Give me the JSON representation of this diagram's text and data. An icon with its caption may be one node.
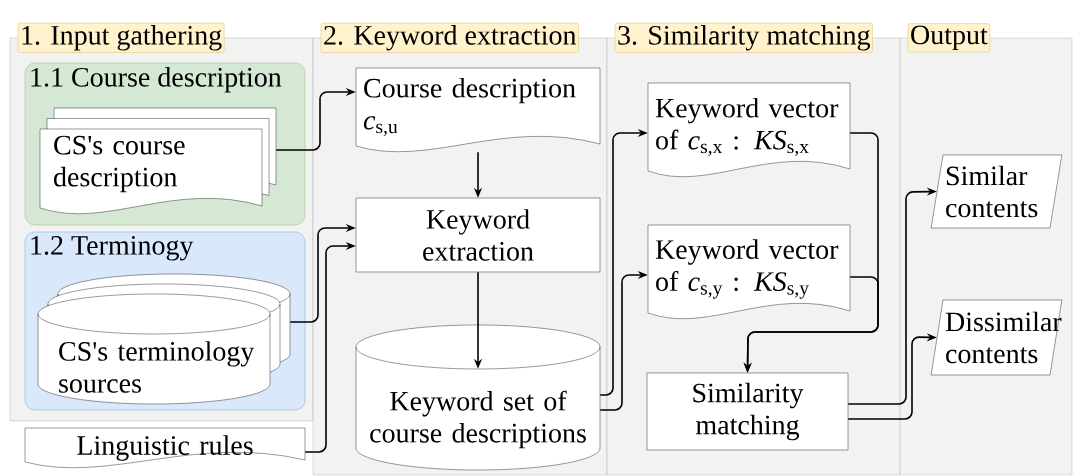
{
  "diagram": {
    "nodes": [
      {
        "text": [
          "1. Input gathering"
        ]
      },
      {
        "text": [
          "1.1 Course description"
        ],
        "in": 0
      },
      {
        "text": [
          "CS's course description"
        ],
        "in": 1
      },
      {
        "text": [
          "1.2 Terminogy"
        ],
        "in": 0
      },
      {
        "text": [
          "CS's terminology sources"
        ],
        "in": 3
      },
      {
        "text": [
          "Linguistic rules"
        ]
      },
      {
        "text": [
          "2. Keyword extraction"
        ]
      },
      {
        "text": [
          "Course description",
          "*c*$_{s,u}$"
        ],
        "in": 6
      },
      {
        "text": [
          "Keyword extraction"
        ],
        "in": 6
      },
      {
        "text": [
          "Keyword set of course descriptions"
        ],
        "in": 6
      },
      {
        "text": [
          "3. Similarity matching"
        ]
      },
      {
        "text": [
          "Keyword vector of *c*$_{s,x}$ : *KS*$_{s,x}$"
        ],
        "in": 10
      },
      {
        "text": [
          "Keyword vector of *c*$_{s,y}$ : *KS*$_{s,y}$"
        ],
        "in": 10
      },
      {
        "text": [
          "Similarity matching"
        ],
        "in": 10
      },
      {
        "text": [
          "Output"
        ]
      },
      {
        "text": [
          "Similar contents"
        ],
        "in": 14
      },
      {
        "text": [
          "Dissimilar contents"
        ],
        "in": 14
      }
    ],
    "edges": [
      {
        "from": 2,
        "to": 7,
        "arrow": "to"
      },
      {
        "from": 4,
        "to": 8,
        "arrow": "to"
      },
      {
        "from": 5,
        "to": 8,
        "arrow": "to"
      },
      {
        "from": 7,
        "to": 8,
        "arrow": "to"
      },
      {
        "from": 8,
        "to": 9,
        "arrow": "to"
      },
      {
        "from": 9,
        "to": 11,
        "arrow": "to"
      },
      {
        "from": 9,
        "to": 12,
        "arrow": "to"
      },
      {
        "from": 11,
        "to": 13,
        "arrow": "to"
      },
      {
        "from": 12,
        "to": 13,
        "arrow": "to"
      },
      {
        "from": 13,
        "to": 15,
        "arrow": "to"
      },
      {
        "from": 13,
        "to": 16,
        "arrow": "to"
      }
    ]
  }
}
